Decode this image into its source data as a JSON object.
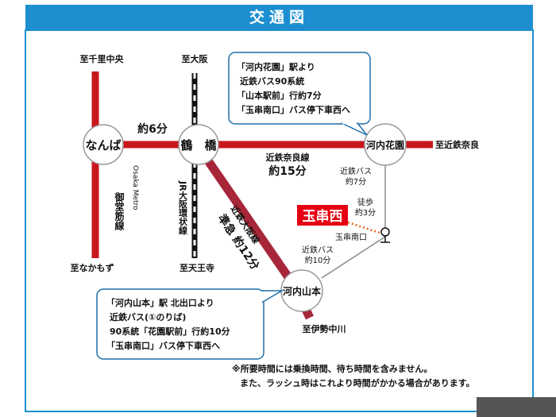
{
  "title": "交通図",
  "destinations": {
    "senri": "至千里中央",
    "osaka": "至大阪",
    "kintetsu_nara": "至近鉄奈良",
    "namba_south": "至なかもず",
    "tennoji": "至天王寺",
    "ise": "至伊勢中川"
  },
  "stations": {
    "namba": "なんば",
    "tsuruhashi": "鶴　橋",
    "kawachi_hanazono": "河内花園",
    "kawachi_yamamoto": "河内山本"
  },
  "lines": {
    "namba_tsuruhashi_time": "約6分",
    "nara_line_name": "近鉄奈良線",
    "nara_line_time": "約15分",
    "midosuji_name": "御堂筋線",
    "osaka_metro": "Osaka Metro",
    "loop_line": "JR大阪環状線",
    "osaka_line_name": "近鉄大阪線",
    "osaka_line_time": "準急 約12分"
  },
  "bus": {
    "from_hanazono": [
      "近鉄バス",
      "約7分"
    ],
    "from_yamamoto": [
      "近鉄バス",
      "約10分"
    ],
    "walk": [
      "徒歩",
      "約3分"
    ],
    "stop_name": "玉串南口"
  },
  "destination_label": "玉串西",
  "callout_top": [
    "「河内花園」駅より",
    "近鉄バス90系統",
    "「山本駅前」行約7分",
    "「玉串南口」バス停下車西へ"
  ],
  "callout_bottom": [
    "「河内山本」駅 北出口より",
    "近鉄バス(①のりば)",
    "90系統「花園駅前」行約10分",
    "「玉串南口」バス停下車西へ"
  ],
  "notes": [
    "※所要時間には乗換時間、待ち時間を含みません。",
    "また、ラッシュ時はこれより時間がかかる場合があります。"
  ],
  "colors": {
    "header": "#1d8fd1",
    "route": "#c8161d",
    "osaka_line": "#a8263a",
    "bus": "#8a8a8a",
    "walk": "#e8641a",
    "frame": "#1d8fd1"
  }
}
